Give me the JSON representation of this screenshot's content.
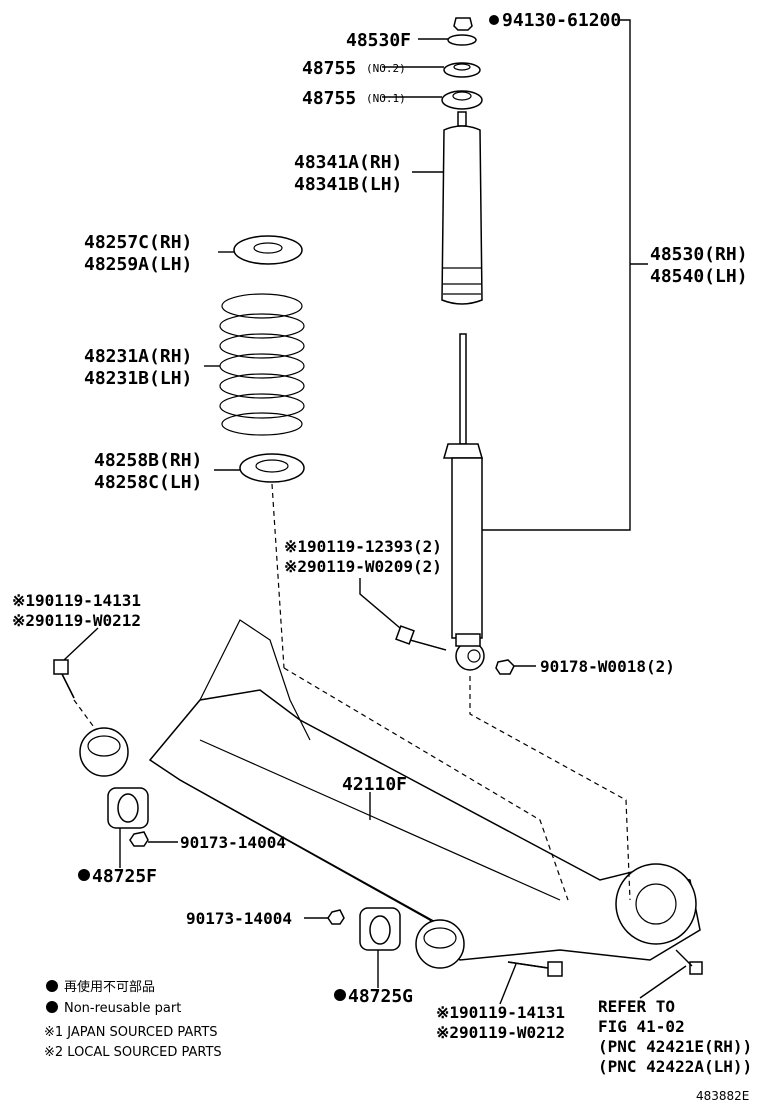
{
  "labels": {
    "p94130": "94130-61200",
    "p48530F": "48530F",
    "p48755_a": "48755",
    "no2": "(NO.2)",
    "p48755_b": "48755",
    "no1": "(NO.1)",
    "p48341A": "48341A(RH)",
    "p48341B": "48341B(LH)",
    "p48530": "48530(RH)",
    "p48540": "48540(LH)",
    "p48257C": "48257C(RH)",
    "p48259A": "48259A(LH)",
    "p48231A": "48231A(RH)",
    "p48231B": "48231B(LH)",
    "p48258B": "48258B(RH)",
    "p48258C": "48258C(LH)",
    "p90119_12393": "※190119-12393(2)",
    "p90119_W0209": "※290119-W0209(2)",
    "p90178": "90178-W0018(2)",
    "p90119_14131_top": "※190119-14131",
    "p90119_W0212_top": "※290119-W0212",
    "p42110F": "42110F",
    "p90173_a": "90173-14004",
    "p48725F": "48725F",
    "p90173_b": "90173-14004",
    "p48725G": "48725G",
    "p90119_14131_bot": "※190119-14131",
    "p90119_W0212_bot": "※290119-W0212",
    "refer1": "REFER TO",
    "refer2": "FIG 41-02",
    "refer3": "(PNC 42421E(RH))",
    "refer4": "(PNC 42422A(LH))",
    "diagram_id": "483882E"
  },
  "legend": {
    "jp_nonreusable": "再使用不可部品",
    "en_nonreusable": "Non-reusable part",
    "japan": "※1 JAPAN SOURCED PARTS",
    "local": "※2 LOCAL SOURCED PARTS"
  }
}
